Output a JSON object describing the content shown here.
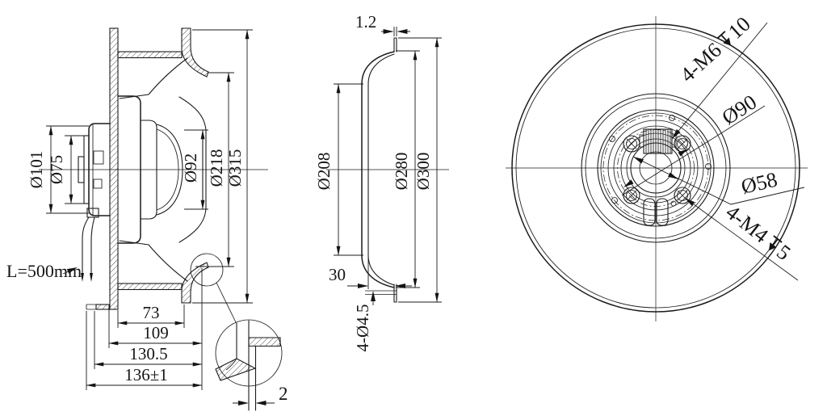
{
  "drawing": {
    "left_view": {
      "dia_101": "Ø101",
      "dia_75": "Ø75",
      "dia_92": "Ø92",
      "dia_218": "Ø218",
      "dia_315": "Ø315",
      "len_73": "73",
      "len_109": "109",
      "len_130_5": "130.5",
      "len_136": "136±1",
      "wire_label": "L=500mm",
      "thickness_2": "2"
    },
    "middle_view": {
      "thickness_1_2": "1.2",
      "dia_208": "Ø208",
      "dia_280": "Ø280",
      "dia_300": "Ø300",
      "len_30": "30",
      "holes": "4-Ø4.5"
    },
    "right_view": {
      "m6_label": "4-M6",
      "m6_depth": "10",
      "dia_90": "Ø90",
      "dia_58": "Ø58",
      "m4_label": "4-M4",
      "m4_depth": "5"
    }
  }
}
